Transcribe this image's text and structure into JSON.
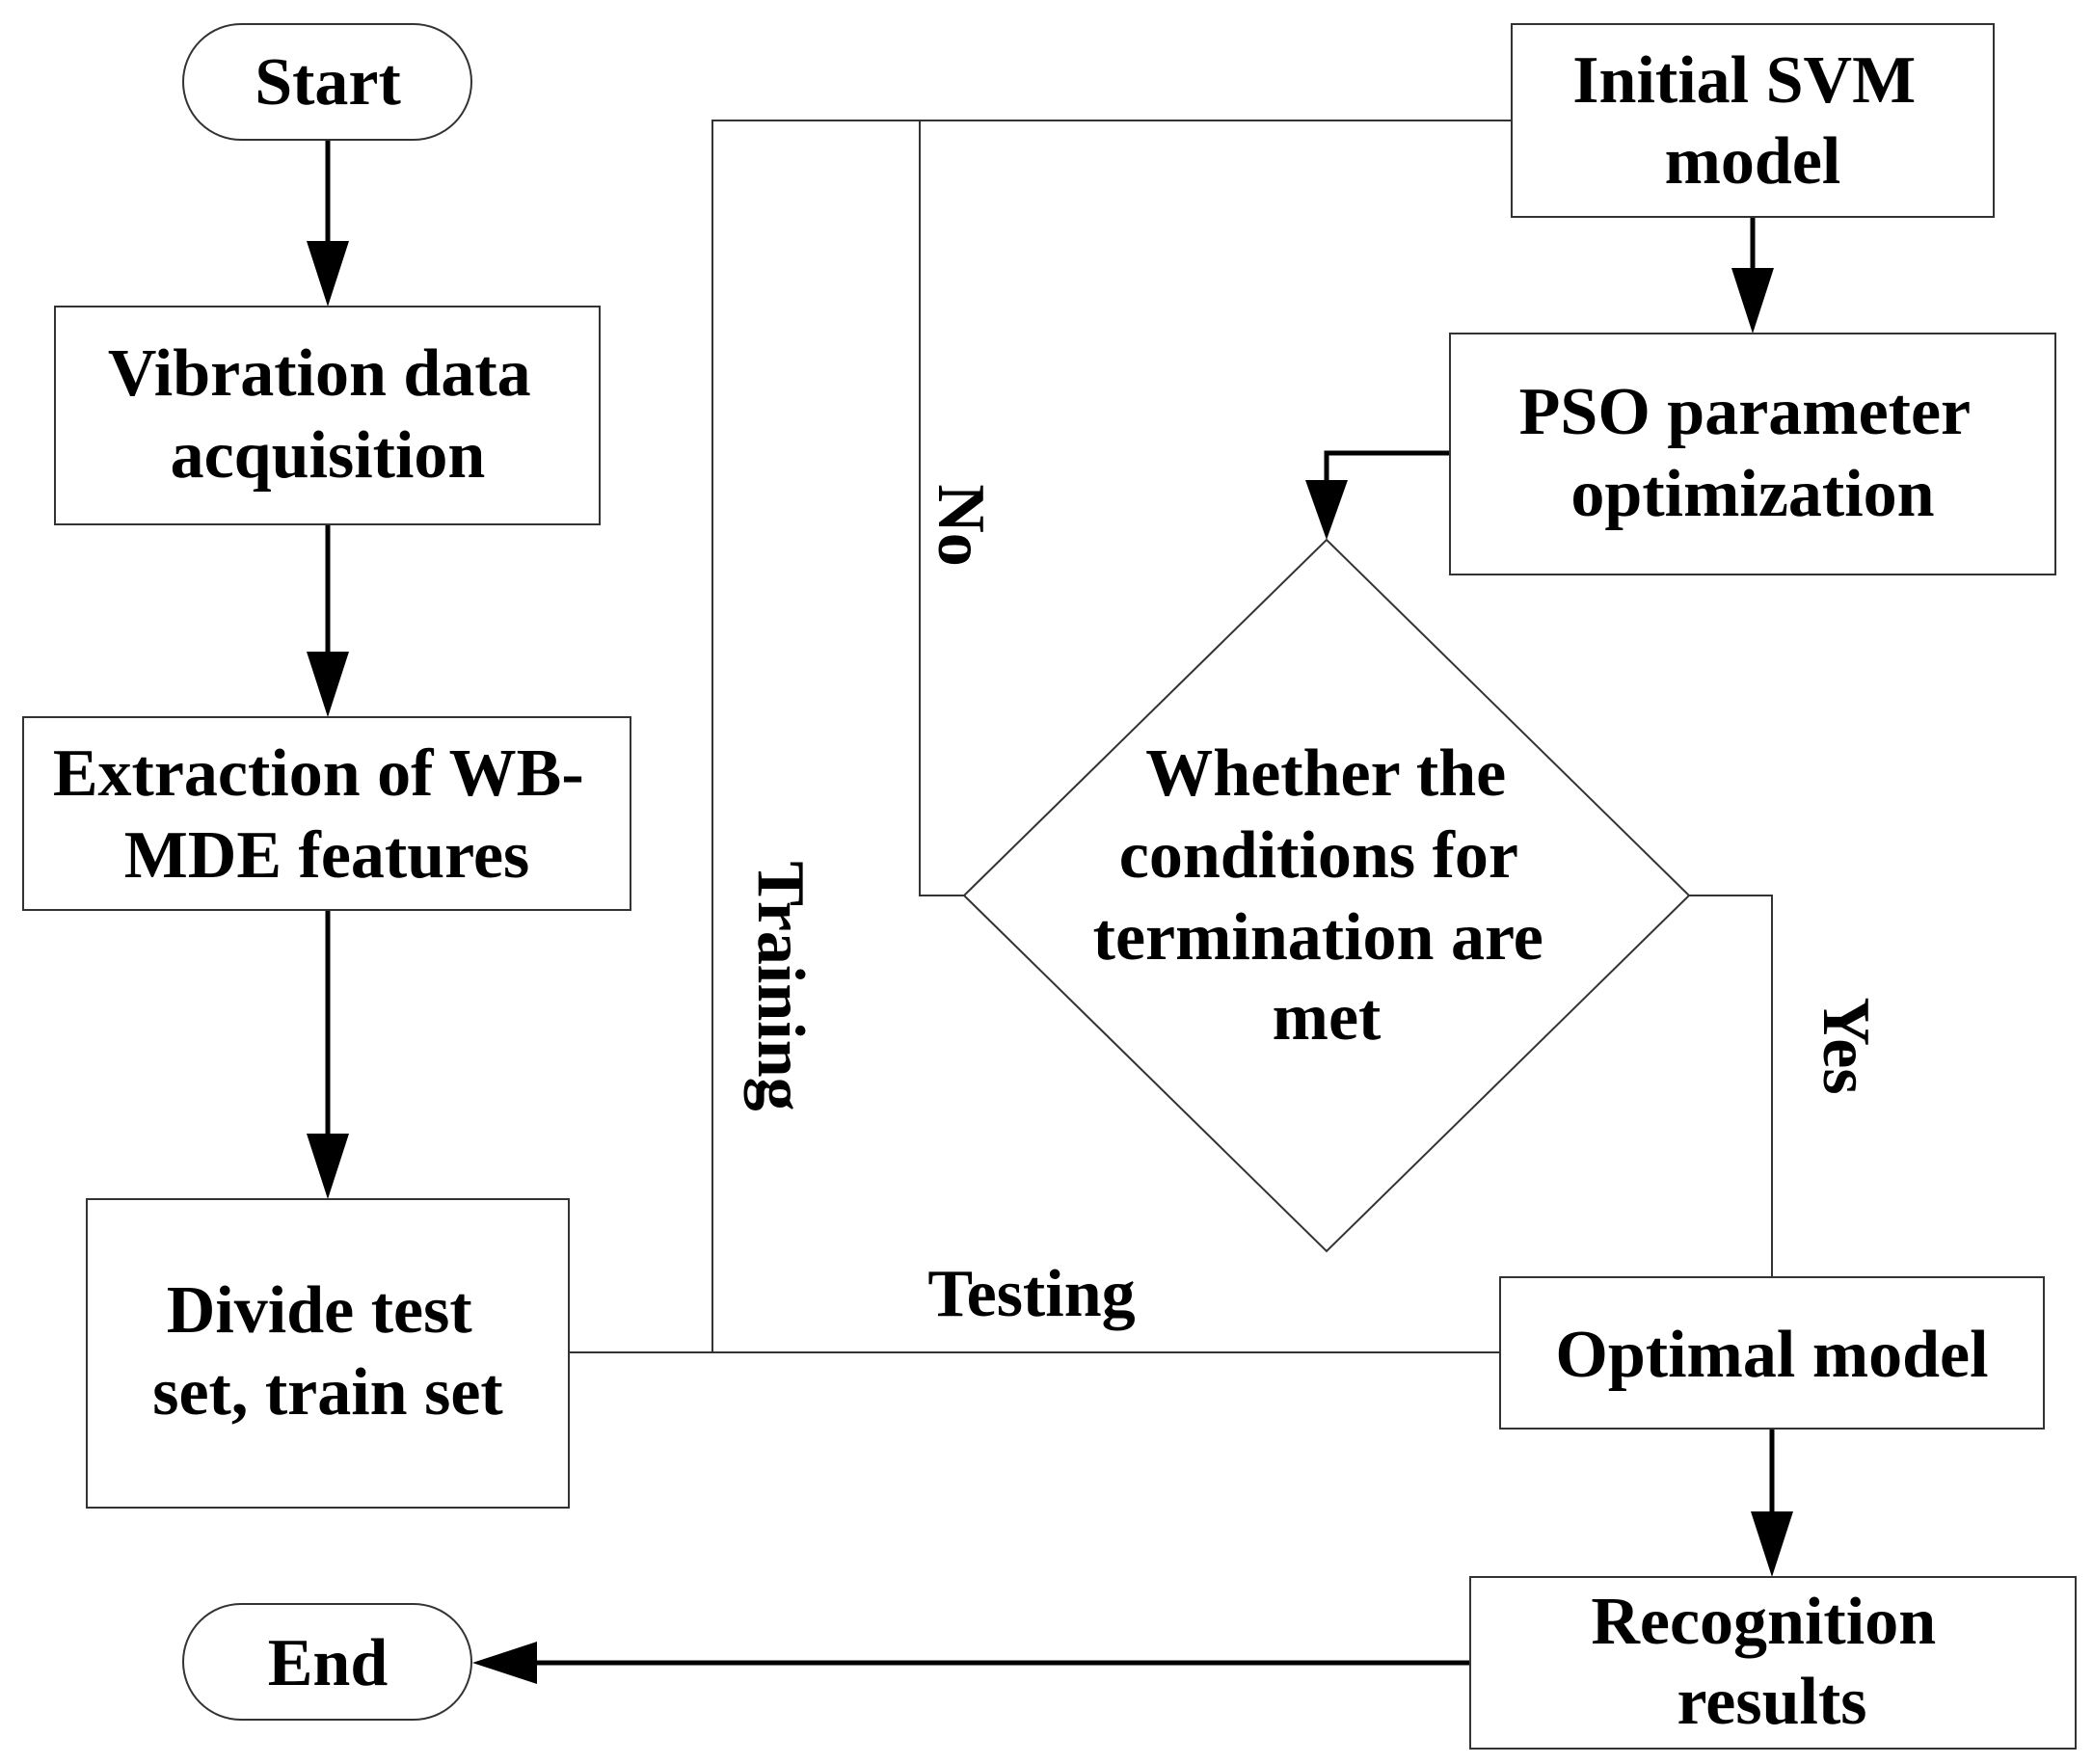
{
  "nodes": {
    "start": [
      "Start"
    ],
    "vibration": [
      "Vibration data",
      "acquisition"
    ],
    "extraction": [
      "Extraction of WB-",
      "MDE features"
    ],
    "divide": [
      "Divide test",
      "set, train set"
    ],
    "end": [
      "End"
    ],
    "initial_svm": [
      "Initial SVM",
      "model"
    ],
    "pso": [
      "PSO parameter",
      "optimization"
    ],
    "decision": [
      "Whether the",
      "conditions for",
      "termination are",
      "met"
    ],
    "optimal": [
      "Optimal model"
    ],
    "recognition": [
      "Recognition",
      "results"
    ]
  },
  "edge_labels": {
    "training": "Training",
    "testing": "Testing",
    "no": "No",
    "yes": "Yes"
  }
}
